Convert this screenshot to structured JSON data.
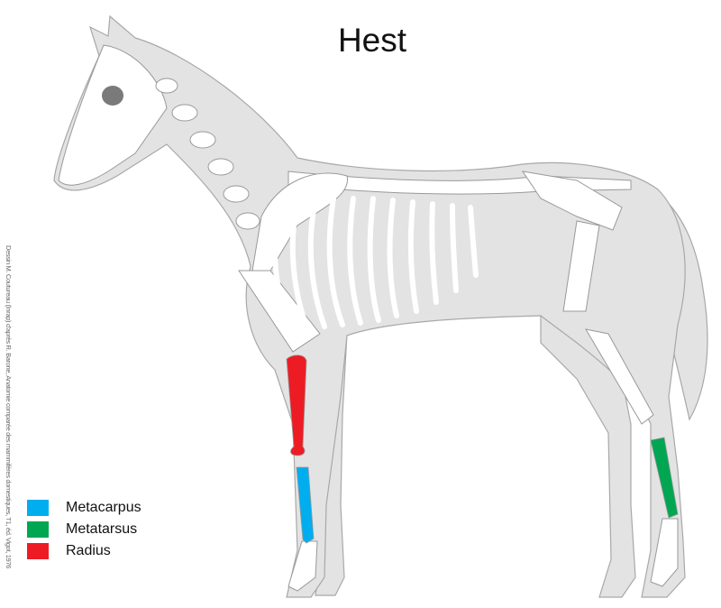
{
  "title": "Hest",
  "credit": "Dessin M. Coutureau (Inrap) d'après R. Barone, Anatomie comparée des mammifères domestiques, T1, éd. Vigot, 1976",
  "legend": [
    {
      "label": "Metacarpus",
      "color": "#00aeef"
    },
    {
      "label": "Metatarsus",
      "color": "#00a651"
    },
    {
      "label": "Radius",
      "color": "#ed1c24"
    }
  ],
  "colors": {
    "body": "#e3e3e3",
    "outline": "#a8a8a8",
    "bone": "#ffffff"
  }
}
